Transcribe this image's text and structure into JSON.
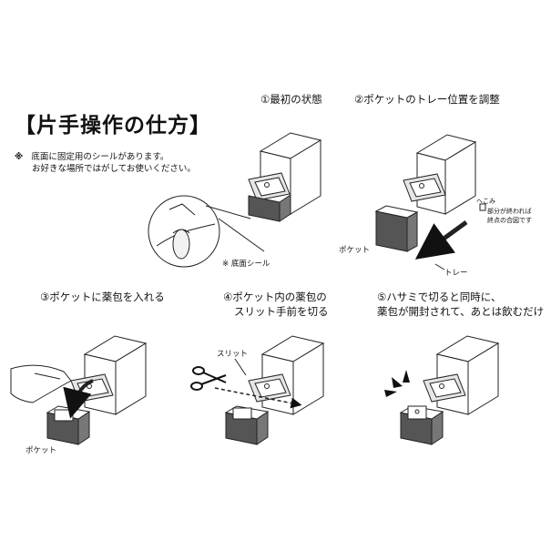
{
  "title": "【片手操作の仕方】",
  "note": {
    "mark": "※",
    "line1": "底面に固定用のシールがあります。",
    "line2": "お好きな場所ではがしてお使いください。"
  },
  "steps": {
    "s1": "①最初の状態",
    "s2": "②ポケットのトレー位置を調整",
    "s3": "③ポケットに薬包を入れる",
    "s4_line1": "④ポケット内の薬包の",
    "s4_line2": "スリット手前を切る",
    "s5_line1": "⑤ハサミで切ると同時に、",
    "s5_line2": "薬包が開封されて、あとは飲むだけ"
  },
  "labels": {
    "bottom_seal": "※ 底面シール",
    "pocket": "ポケット",
    "tray": "トレー",
    "dent": "へこみ",
    "end_point_line1": "部分が終われば",
    "end_point_line2": "終点の合図です",
    "slit": "スリット"
  }
}
